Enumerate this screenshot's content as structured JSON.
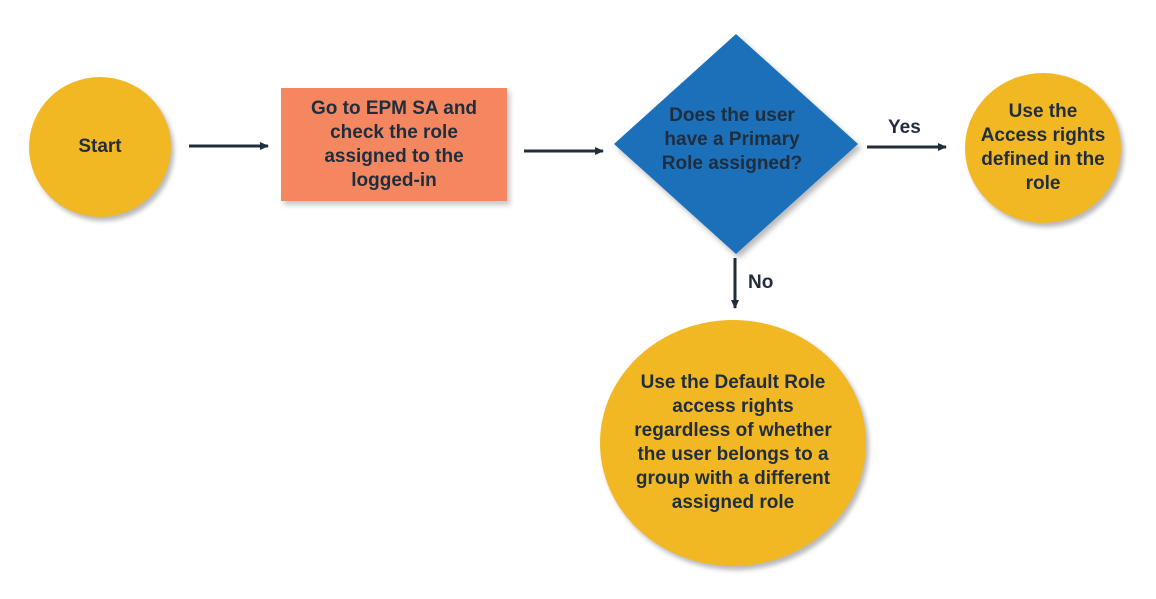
{
  "nodes": {
    "start": {
      "label": "Start"
    },
    "check_role": {
      "label": "Go to EPM SA and check the role assigned to the logged-in"
    },
    "decision": {
      "label": "Does the user have a Primary Role assigned?"
    },
    "use_access": {
      "label": "Use the Access rights defined in the role"
    },
    "default_role": {
      "label": "Use the Default Role access rights regardless of whether the user belongs to a group with a different assigned role"
    }
  },
  "edges": {
    "yes": {
      "label": "Yes"
    },
    "no": {
      "label": "No"
    }
  },
  "colors": {
    "circle_fill": "#f2b824",
    "rect_fill": "#f4875f",
    "diamond_fill": "#1f6fba",
    "text": "#1f2d3d",
    "arrow": "#1f2d3d"
  }
}
